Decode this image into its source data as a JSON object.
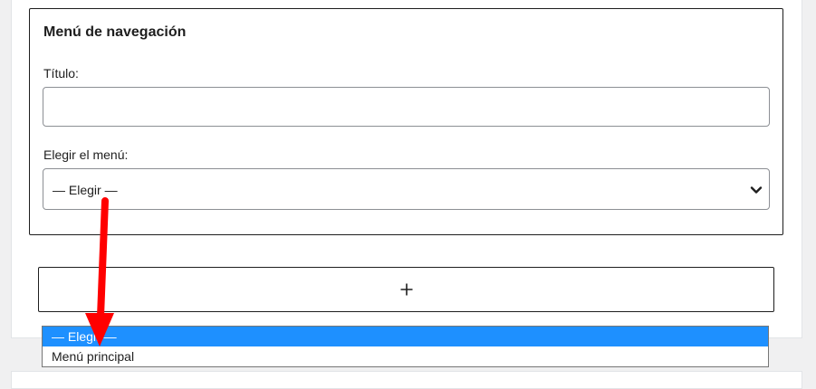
{
  "widget": {
    "title": "Menú de navegación",
    "title_field_label": "Título:",
    "title_field_value": "",
    "title_field_placeholder": "",
    "menu_field_label": "Elegir el menú:",
    "menu_selected": "— Elegir —"
  },
  "add_block": {
    "icon": "plus-icon"
  },
  "dropdown": {
    "options": [
      "— Elegir —",
      "Menú principal"
    ],
    "highlighted_index": 0
  },
  "annotation": {
    "icon": "red-arrow-icon",
    "color": "#ff0000"
  },
  "colors": {
    "selection": "#1e90ff",
    "border": "#1e1e1e",
    "input_border": "#8c8f94"
  }
}
